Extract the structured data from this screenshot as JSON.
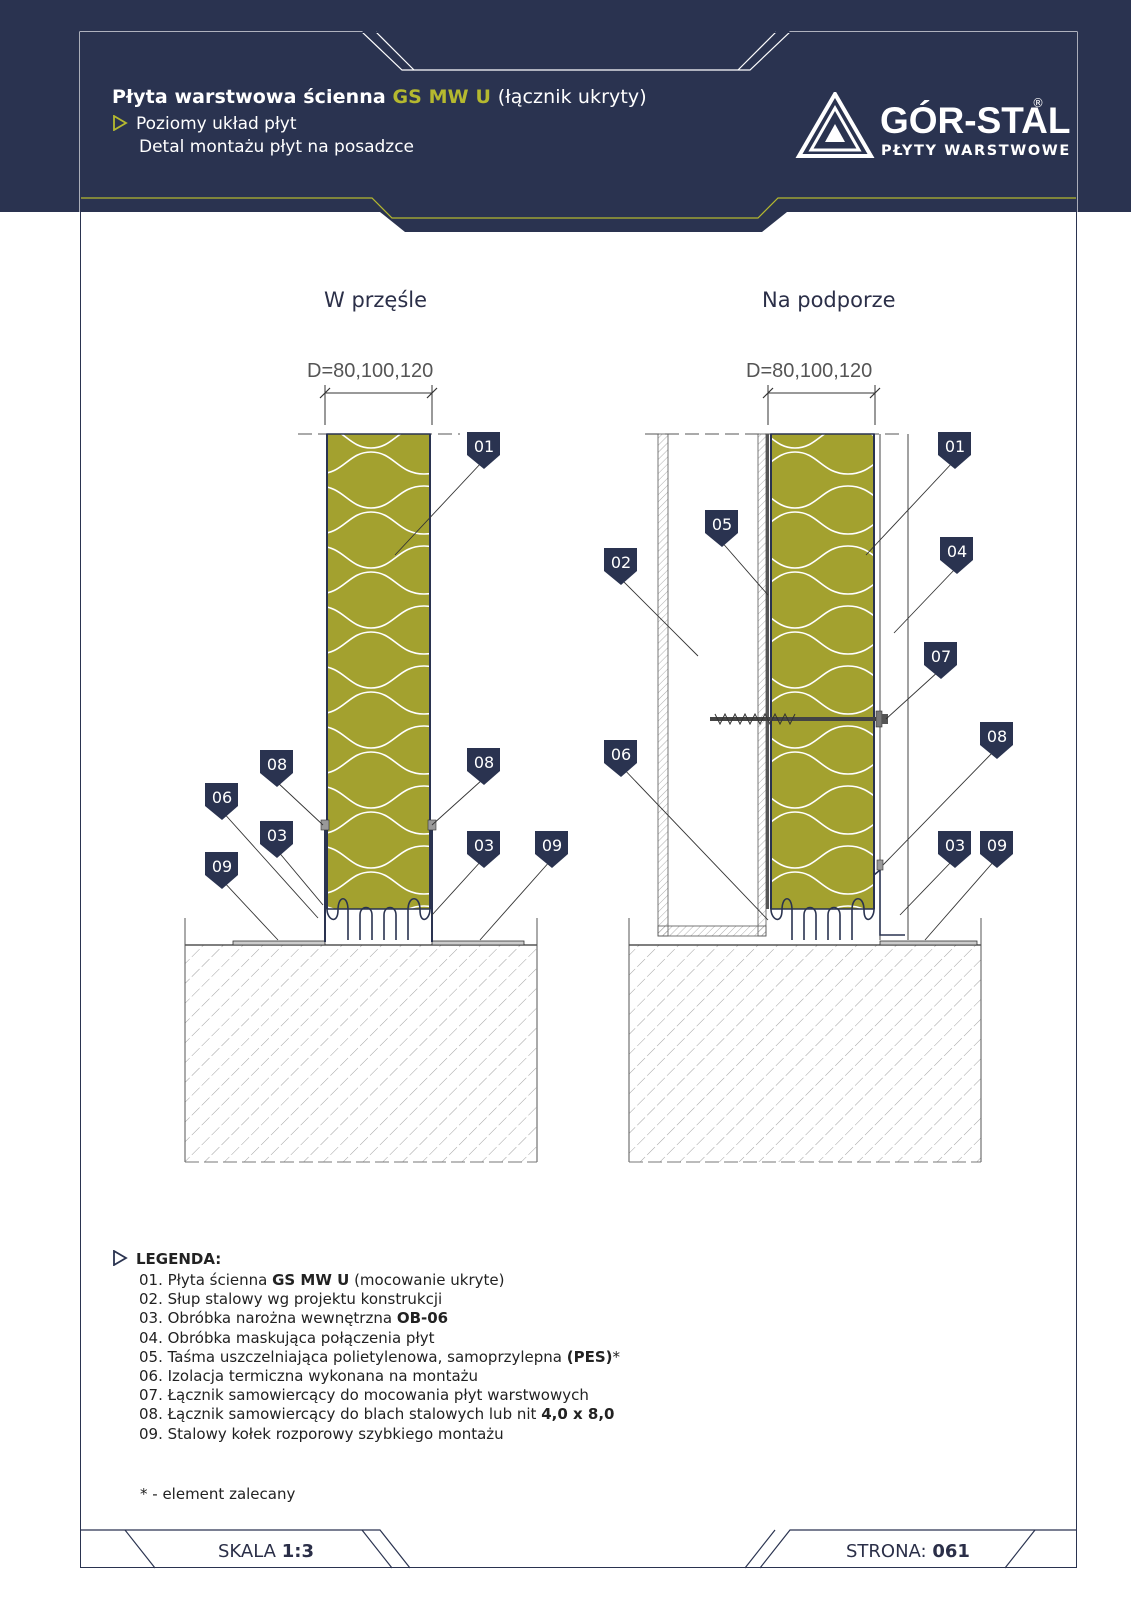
{
  "header": {
    "title_prefix": "Płyta warstwowa ścienna",
    "title_code": "GS MW U",
    "title_suffix": "(łącznik ukryty)",
    "subtitle_1": "Poziomy układ płyt",
    "subtitle_2": "Detal montażu płyt na posadzce",
    "logo_name": "GÓR-STAL",
    "logo_reg": "®",
    "logo_tagline": "PŁYTY WARSTWOWE"
  },
  "views": [
    {
      "title": "W przęśle",
      "dimension": "D=80,100,120"
    },
    {
      "title": "Na podporze",
      "dimension": "D=80,100,120"
    }
  ],
  "callouts": {
    "left": [
      "01",
      "08",
      "06",
      "03",
      "09",
      "08",
      "03",
      "09"
    ],
    "right": [
      "01",
      "05",
      "02",
      "04",
      "07",
      "06",
      "08",
      "03",
      "09"
    ]
  },
  "legend": {
    "title": "LEGENDA:",
    "items": [
      {
        "pre": "01. Płyta ścienna ",
        "bold": "GS MW U",
        "post": " (mocowanie ukryte)"
      },
      {
        "pre": "02. Słup stalowy wg projektu konstrukcji",
        "bold": "",
        "post": ""
      },
      {
        "pre": "03. Obróbka narożna wewnętrzna ",
        "bold": "OB-06",
        "post": ""
      },
      {
        "pre": "04. Obróbka maskująca połączenia płyt",
        "bold": "",
        "post": ""
      },
      {
        "pre": "05. Taśma uszczelniająca polietylenowa, samoprzylepna ",
        "bold": "(PES)",
        "post": "*"
      },
      {
        "pre": "06. Izolacja termiczna wykonana na montażu",
        "bold": "",
        "post": ""
      },
      {
        "pre": "07. Łącznik samowiercący do mocowania płyt warstwowych",
        "bold": "",
        "post": ""
      },
      {
        "pre": "08. Łącznik samowiercący do blach stalowych lub nit ",
        "bold": "4,0 x 8,0",
        "post": ""
      },
      {
        "pre": "09. Stalowy kołek rozporowy szybkiego montażu",
        "bold": "",
        "post": ""
      }
    ],
    "note": "* -  element zalecany"
  },
  "footer": {
    "scale_label": "SKALA",
    "scale_value": "1:3",
    "page_label": "STRONA:",
    "page_value": "061"
  },
  "colors": {
    "navy": "#2a3350",
    "olive": "#b5b92f",
    "insulation": "#a3a12f"
  }
}
